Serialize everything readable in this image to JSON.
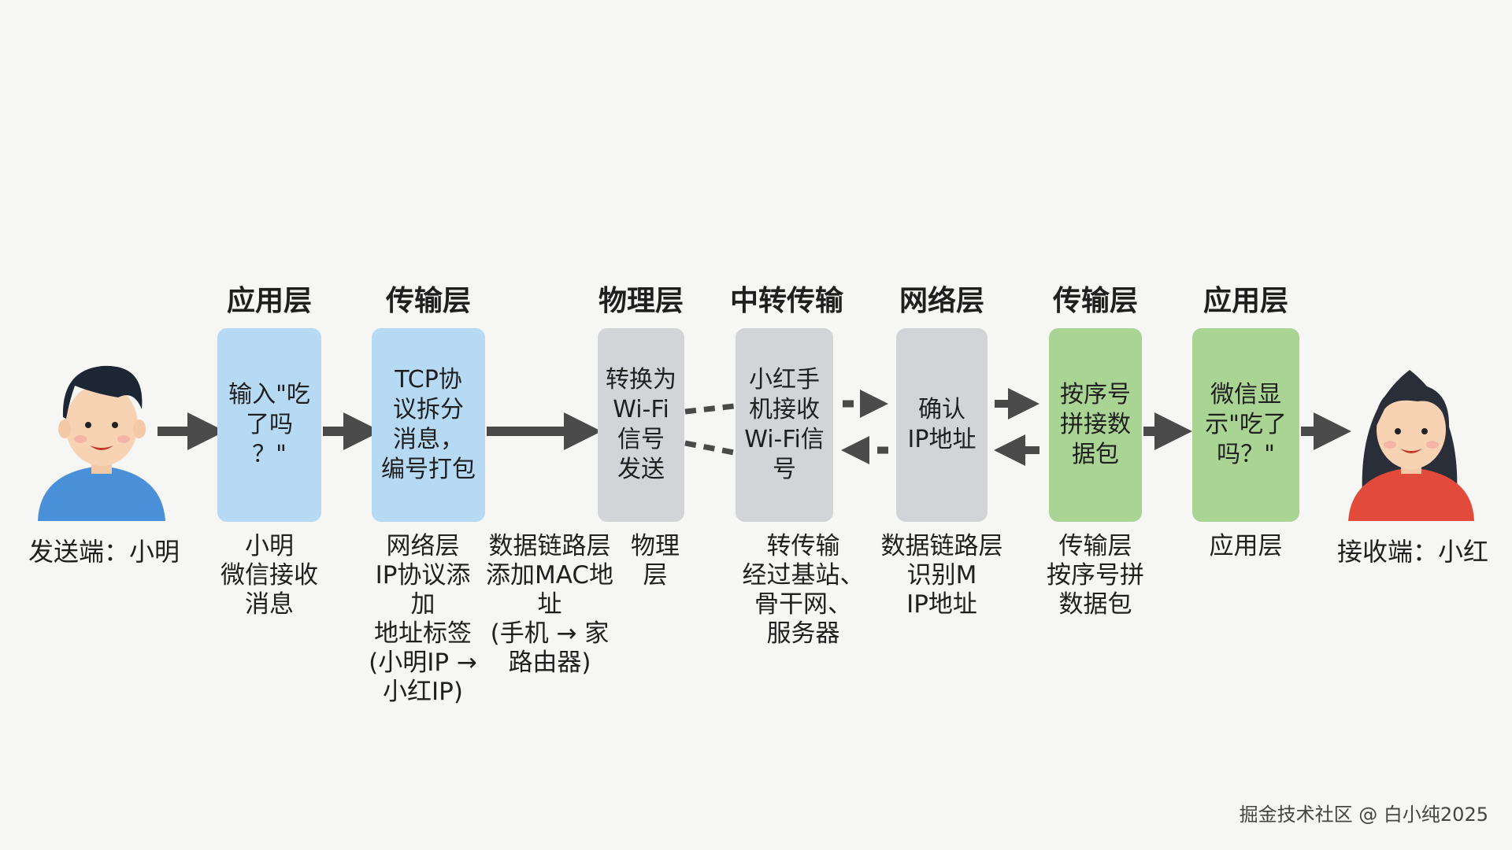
{
  "sender": {
    "label": "发送端：小明"
  },
  "receiver": {
    "label": "接收端：小红"
  },
  "layer_titles": [
    "应用层",
    "传输层",
    "物理层",
    "中转传输",
    "网络层",
    "传输层",
    "应用层"
  ],
  "boxes": [
    "输入\"吃\n了吗\n？\"",
    "TCP协\n议拆分\n消息，\n编号打包",
    "转换为\nWi-Fi\n信号\n发送",
    "小红手\n机接收\nWi-Fi信号",
    "确认\nIP地址",
    "按序号\n拼接数\n据包",
    "微信显\n示\"吃了\n吗？\""
  ],
  "descriptions": [
    "小明\n微信接收\n消息",
    "网络层\nIP协议添加\n地址标签\n(小明IP →\n小红IP)",
    "数据链路层\n添加MAC地址\n(手机 → 家\n路由器)",
    "物理层",
    "转传输\n经过基站、\n骨干网、\n服务器",
    "数据链路层\n识别M\nIP地址",
    "传输层\n按序号拼\n数据包",
    "应用层"
  ],
  "watermark": "掘金技术社区 @ 白小纯2025",
  "colors": {
    "blue_box": "#b7daf4",
    "gray_box": "#d3d4d7",
    "green_box": "#a9d494",
    "arrow": "#4a4a4a",
    "sender_shirt": "#4a90d9",
    "receiver_shirt": "#e24a3b"
  }
}
